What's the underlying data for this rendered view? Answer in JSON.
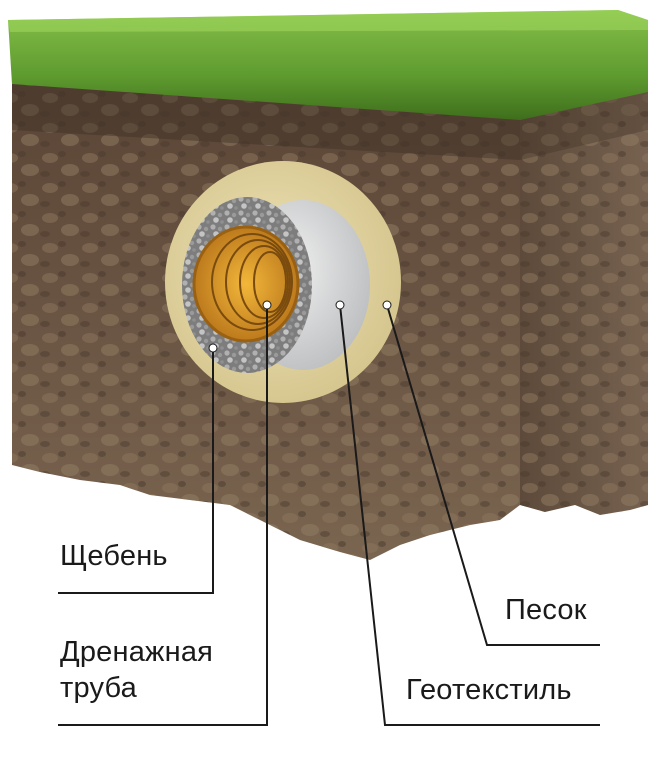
{
  "labels": {
    "crushed_stone": "Щебень",
    "drain_pipe_line1": "Дренажная",
    "drain_pipe_line2": "труба",
    "sand": "Песок",
    "geotextile": "Геотекстиль"
  },
  "colors": {
    "grass": "#5e9b2f",
    "soil": "#6a5443",
    "soil_dark": "#3e3026",
    "sand": "#e6d9a8",
    "geotextile": "#d9dadb",
    "gravel": "#8c8c8c",
    "pipe": "#e0a22a",
    "leader": "#1a1a1a"
  }
}
